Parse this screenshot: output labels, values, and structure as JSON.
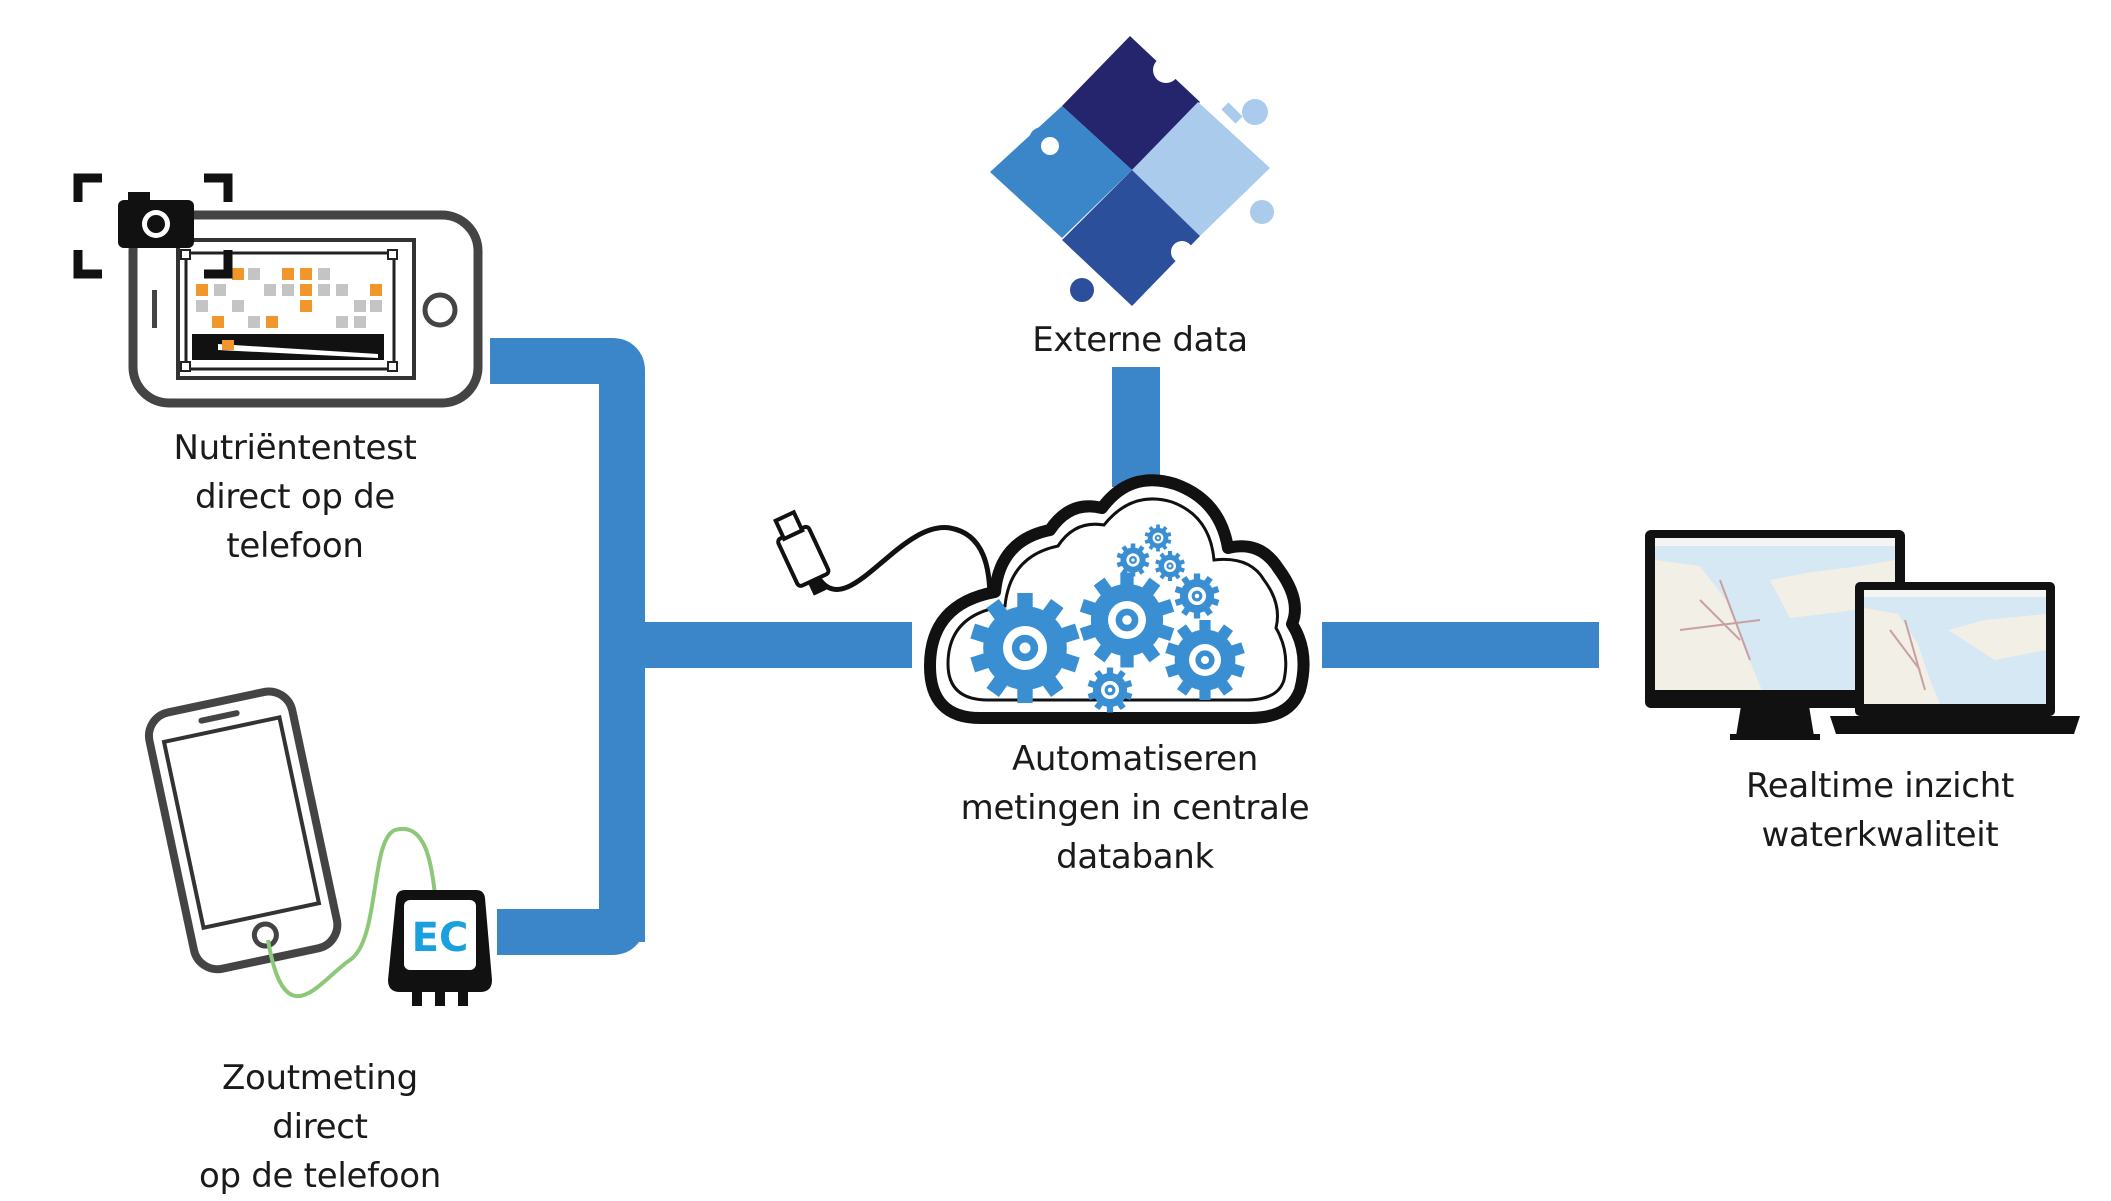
{
  "labels": {
    "nutrient": [
      "Nutriëntentest",
      "direct op de",
      "telefoon"
    ],
    "salt": [
      "Zoutmeting",
      "direct",
      "op de telefoon"
    ],
    "external": [
      "Externe data"
    ],
    "central": [
      "Automatiseren",
      "metingen in centrale",
      "databank"
    ],
    "realtime": [
      "Realtime inzicht",
      "waterkwaliteit"
    ]
  },
  "sensor_label": "EC",
  "colors": {
    "connector": "#3a86c8",
    "puzzle_dark": "#25256e",
    "puzzle_light": "#aacbec",
    "puzzle_medium": "#3a86c8",
    "puzzle_deep": "#2c4f9c",
    "gear_blue": "#3a8fd2",
    "gear_dark": "#3a4fa0",
    "sensor_text": "#1aa0dc",
    "cable_green": "#8cc878",
    "test_orange": "#f0962a",
    "test_grey": "#c4c4c4"
  }
}
